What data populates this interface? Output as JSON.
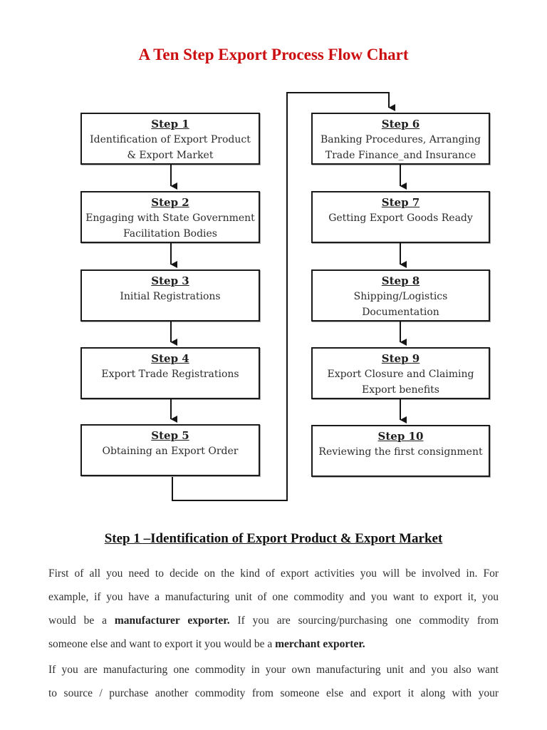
{
  "title": {
    "text": "A Ten Step Export Process Flow Chart",
    "color": "#cb0f10"
  },
  "chart": {
    "type": "flowchart",
    "flow_order": [
      "Step 1",
      "Step 2",
      "Step 3",
      "Step 4",
      "Step 5",
      "Step 6",
      "Step 7",
      "Step 8",
      "Step 9",
      "Step 10"
    ],
    "steps": [
      {
        "title": "Step 1",
        "line1": "Identification of Export Product",
        "line2": "& Export Market"
      },
      {
        "title": "Step 2",
        "line1": "Engaging with State Government",
        "line2": "Facilitation Bodies"
      },
      {
        "title": "Step 3",
        "line1": "Initial Registrations"
      },
      {
        "title": "Step 4",
        "line1": "Export Trade Registrations"
      },
      {
        "title": "Step 5",
        "line1": "Obtaining an Export Order"
      },
      {
        "title": "Step 6",
        "line1": "Banking Procedures, Arranging",
        "line2": "Trade Finance_and Insurance"
      },
      {
        "title": "Step 7",
        "line1": "Getting Export Goods Ready"
      },
      {
        "title": "Step 8",
        "line1": "Shipping/Logistics",
        "line2": "Documentation"
      },
      {
        "title": "Step 9",
        "line1": "Export Closure and Claiming",
        "line2": "Export benefits"
      },
      {
        "title": "Step 10",
        "line1": "Reviewing the first consignment"
      }
    ],
    "line_color": "#151515"
  },
  "section": {
    "heading": "Step 1 –Identification of Export Product & Export Market"
  },
  "body": {
    "paragraphs": [
      {
        "lines": [
          {
            "segments": [
              {
                "t": "First of all you need to decide on the kind of export activities you will be involved in. For"
              }
            ]
          },
          {
            "segments": [
              {
                "t": "example, if you have a manufacturing unit of one commodity and you want to export it, you"
              }
            ]
          },
          {
            "segments": [
              {
                "t": "would be a "
              },
              {
                "t": "manufacturer exporter.",
                "b": true
              },
              {
                "t": " If you are sourcing/purchasing one commodity from"
              }
            ]
          },
          {
            "segments": [
              {
                "t": "someone else and want to export it you would be a "
              },
              {
                "t": "merchant exporter.",
                "b": true
              }
            ],
            "last": true
          }
        ]
      },
      {
        "lines": [
          {
            "segments": [
              {
                "t": "If you are manufacturing one commodity in your own manufacturing unit and you also want"
              }
            ]
          },
          {
            "segments": [
              {
                "t": "to source / purchase another commodity from someone else and export it along with your"
              }
            ]
          }
        ]
      }
    ]
  }
}
